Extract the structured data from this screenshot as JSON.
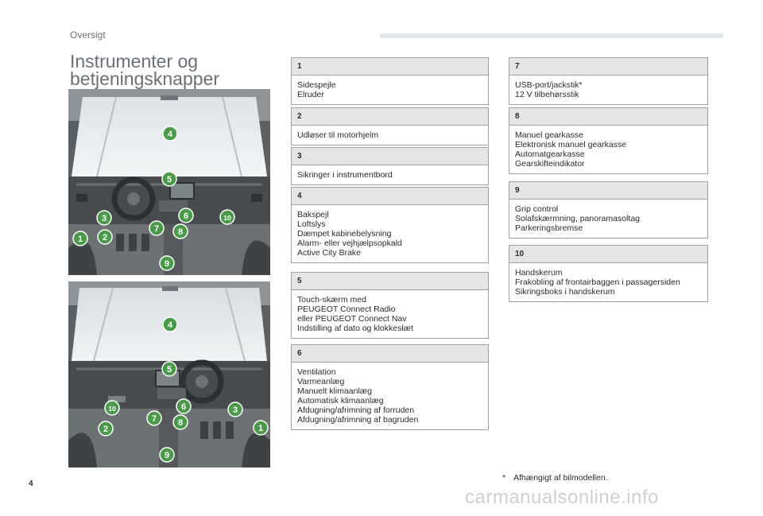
{
  "header": {
    "section_label": "Oversigt"
  },
  "title_lines": [
    "Instrumenter og",
    "betjeningsknapper"
  ],
  "figure_callouts": {
    "top": [
      "4",
      "5",
      "3",
      "6",
      "10",
      "7",
      "8",
      "1",
      "2",
      "9"
    ],
    "bottom": [
      "4",
      "5",
      "6",
      "10",
      "3",
      "7",
      "8",
      "2",
      "1",
      "9"
    ]
  },
  "boxes": [
    {
      "number": "1",
      "lines": [
        "Sidespejle",
        "Elruder"
      ]
    },
    {
      "number": "2",
      "lines": [
        "Udløser til motorhjelm"
      ]
    },
    {
      "number": "3",
      "lines": [
        "Sikringer i instrumentbord"
      ]
    },
    {
      "number": "4",
      "lines": [
        "Bakspejl",
        "Loftslys",
        "Dæmpet kabinebelysning",
        "Alarm- eller vejhjælpsopkald",
        "Active City Brake"
      ]
    },
    {
      "number": "5",
      "lines": [
        "Touch-skærm med",
        "PEUGEOT Connect Radio",
        "eller PEUGEOT Connect Nav",
        "Indstilling af dato og klokkeslæt"
      ]
    },
    {
      "number": "6",
      "lines": [
        "Ventilation",
        "Varmeanlæg",
        "Manuelt klimaanlæg",
        "Automatisk klimaanlæg",
        "Afdugning/afrimning af forruden",
        "Afdugning/afrimning af bagruden"
      ]
    },
    {
      "number": "7",
      "lines": [
        "USB-port/jackstik*",
        "12 V tilbehørsstik"
      ]
    },
    {
      "number": "8",
      "lines": [
        "Manuel gearkasse",
        "Elektronisk manuel gearkasse",
        "Automatgearkasse",
        "Gearskifteindikator"
      ]
    },
    {
      "number": "9",
      "lines": [
        "Grip control",
        "Solafskærmning, panoramasoltag",
        "Parkeringsbremse"
      ]
    },
    {
      "number": "10",
      "lines": [
        "Handskerum",
        "Frakobling af frontairbaggen i passagersiden",
        "Sikringsboks i handskerum"
      ]
    }
  ],
  "footnote": {
    "mark": "*",
    "text": "Afhængigt af bilmodellen."
  },
  "page_number": "4",
  "watermark": "carmanualsonline.info",
  "colors": {
    "callout": "#4a9a4a",
    "box_header": "#e5e5e5",
    "title": "#6a6f75"
  }
}
